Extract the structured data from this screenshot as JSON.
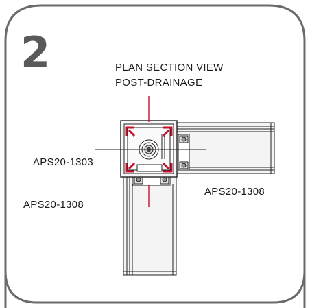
{
  "step_number": "2",
  "view_title": {
    "line1": "PLAN SECTION VIEW",
    "line2": "POST-DRAINAGE"
  },
  "callouts": {
    "post_part": "APS20-1303",
    "left_extrusion_part": "APS20-1308",
    "right_extrusion_part": "APS20-1308"
  },
  "colors": {
    "card_border": "#6b6b6b",
    "line": "#222222",
    "drain_marker": "#c8102e",
    "step_number": "#58595b"
  }
}
